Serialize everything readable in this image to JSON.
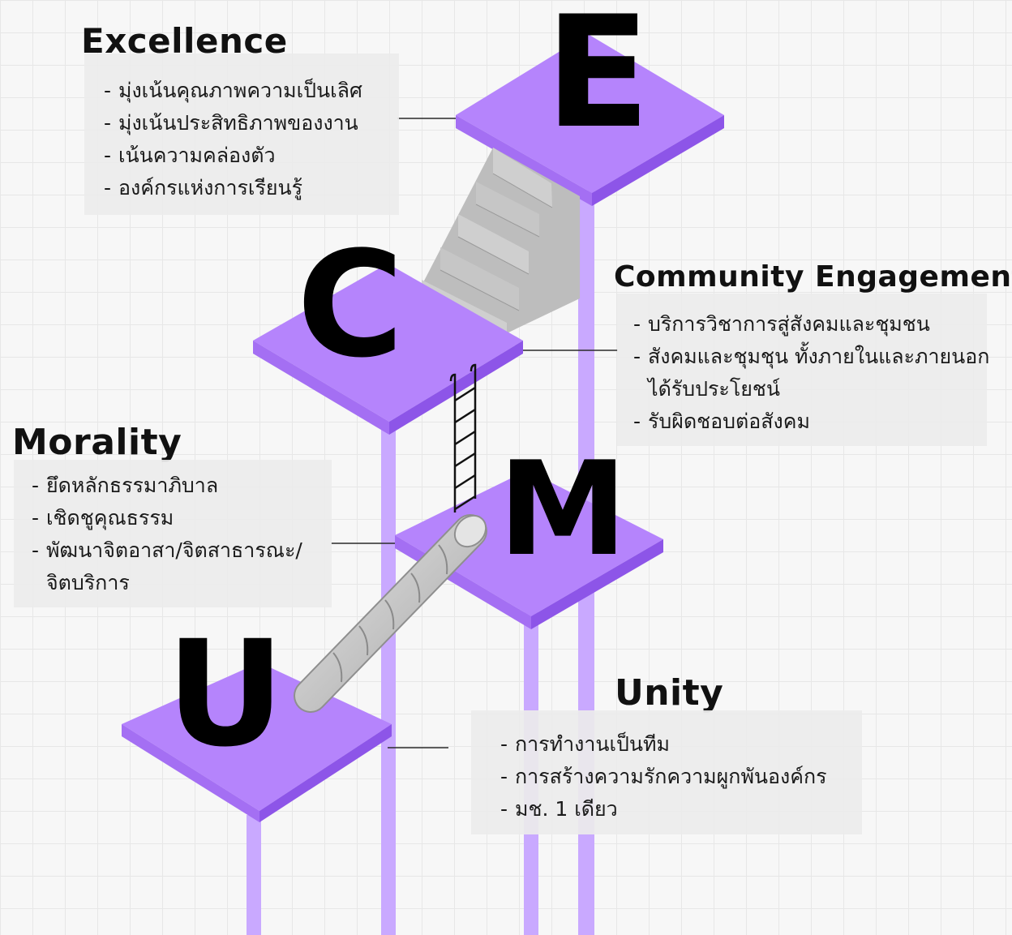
{
  "letters": {
    "e": "E",
    "c": "C",
    "m": "M",
    "u": "U"
  },
  "excellence": {
    "title": "Excellence",
    "items": [
      "มุ่งเน้นคุณภาพความเป็นเลิศ",
      "มุ่งเน้นประสิทธิภาพของงาน",
      "เน้นความคล่องตัว",
      "องค์กรแห่งการเรียนรู้"
    ]
  },
  "community": {
    "title": "Community Engagement",
    "items": [
      "บริการวิชาการสู่สังคมและชุมชน",
      "สังคมและชุมชุน ทั้งภายในและภายนอก",
      "ได้รับประโยชน์",
      "รับผิดชอบต่อสังคม"
    ]
  },
  "morality": {
    "title": "Morality",
    "items": [
      "ยึดหลักธรรมาภิบาล",
      "เชิดชูคุณธรรม",
      "พัฒนาจิตอาสา/จิตสาธารณะ/",
      "จิตบริการ"
    ]
  },
  "unity": {
    "title": "Unity",
    "items": [
      "การทำงานเป็นทีม",
      "การสร้างความรักความผูกพันองค์กร",
      "มช. 1 เดียว"
    ]
  },
  "colors": {
    "platform_top": "#b584fc",
    "platform_side_left": "#a46ff3",
    "platform_side_right": "#8d55e8",
    "pillar": "#c9a9ff",
    "stairs": "#c8c8c8",
    "tube": "#d2d2d2",
    "connector": "#2a2a2a"
  }
}
